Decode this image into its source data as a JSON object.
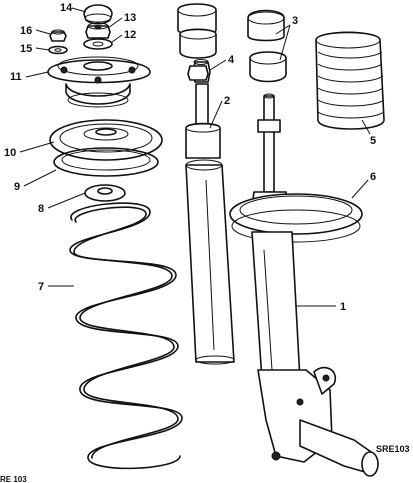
{
  "callouts": [
    {
      "id": "c1",
      "label": "1"
    },
    {
      "id": "c2",
      "label": "2"
    },
    {
      "id": "c3",
      "label": "3"
    },
    {
      "id": "c4",
      "label": "4"
    },
    {
      "id": "c5",
      "label": "5"
    },
    {
      "id": "c6",
      "label": "6"
    },
    {
      "id": "c7",
      "label": "7"
    },
    {
      "id": "c8",
      "label": "8"
    },
    {
      "id": "c9",
      "label": "9"
    },
    {
      "id": "c10",
      "label": "10"
    },
    {
      "id": "c11",
      "label": "11"
    },
    {
      "id": "c12",
      "label": "12"
    },
    {
      "id": "c13",
      "label": "13"
    },
    {
      "id": "c14",
      "label": "14"
    },
    {
      "id": "c15",
      "label": "15"
    },
    {
      "id": "c16",
      "label": "16"
    }
  ],
  "figure_code": "SRE103",
  "corner_code": "RE 103",
  "colors": {
    "ink": "#111111",
    "paper": "#ffffff"
  }
}
